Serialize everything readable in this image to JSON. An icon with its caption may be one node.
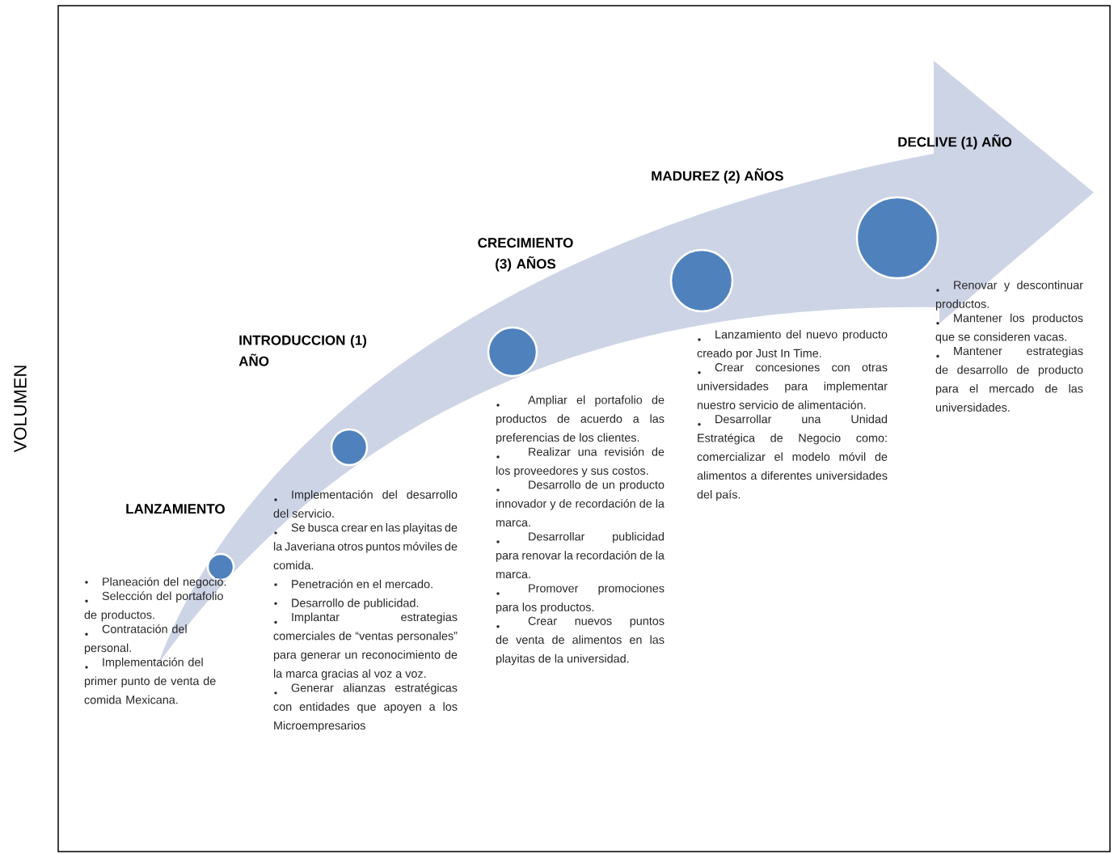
{
  "diagram": {
    "nodes": [
      {
        "text": [],
        "shape": "circle",
        "beside": [
          "Planeación del negocio.",
          "Selección del portafolio de productos.",
          "Contratación del personal.",
          "Implementación del primer punto de venta de comida Mexicana."
        ]
      },
      {
        "text": [],
        "shape": "circle",
        "beside": [
          "Implementación del desarrollo del servicio.",
          "Se busca crear en las playitas de la Javeriana otros puntos móviles de comida.",
          "Penetración en el mercado.",
          "Desarrollo de publicidad.",
          "Implantar estrategias comerciales de “ventas personales” para generar un reconocimiento de la marca gracias al voz a voz.",
          "Generar alianzas estratégicas con entidades que apoyen a los Microempresarios"
        ]
      },
      {
        "text": [],
        "shape": "circle",
        "beside": [
          "Ampliar el portafolio de productos de acuerdo a las preferencias de los clientes.",
          "Realizar una revisión de los proveedores y sus costos.",
          "Desarrollo de un producto innovador y de recordación de la marca.",
          "Desarrollar publicidad para renovar la recordación de la marca.",
          "Promover promociones para los productos.",
          "Crear nuevos puntos de venta de alimentos en las playitas de la universidad."
        ]
      },
      {
        "text": [],
        "shape": "circle",
        "beside": [
          "Lanzamiento del nuevo producto creado por Just In Time.",
          "Crear concesiones con otras universidades para implementar nuestro servicio de alimentación.",
          "Desarrollar una Unidad Estratégica de Negocio como: comercializar el modelo móvil de alimentos a diferentes universidades del país."
        ]
      },
      {
        "text": [],
        "shape": "circle",
        "beside": [
          "Renovar y descontinuar productos.",
          "Mantener los productos que se consideren vacas.",
          "Mantener estrategias de desarrollo de producto para el mercado de las universidades."
        ]
      }
    ],
    "labels": [
      "LANZAMIENTO",
      "INTRODUCCION (1) AÑO",
      "CRECIMIENTO (3) AÑOS",
      "MADUREZ (2) AÑOS",
      "DECLIVE (1) AÑO",
      "VOLUMEN"
    ]
  }
}
